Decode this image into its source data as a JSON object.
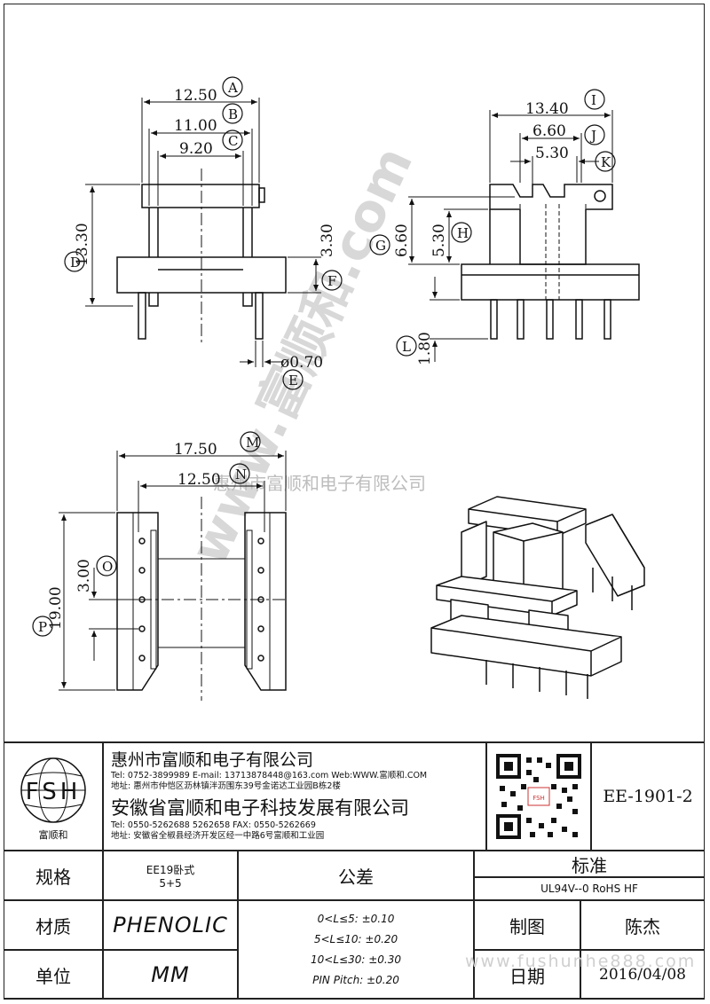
{
  "drawing": {
    "dims": {
      "A": "12.50",
      "B": "11.00",
      "C": "9.20",
      "D": "13.30",
      "F": "3.30",
      "E": "ø0.70",
      "I": "13.40",
      "J": "6.60",
      "K": "5.30",
      "G": "6.60",
      "H": "5.30",
      "L": "1.80",
      "M": "17.50",
      "N": "12.50",
      "O": "3.00",
      "P": "19.00"
    },
    "labels": {
      "A": "A",
      "B": "B",
      "C": "C",
      "D": "D",
      "E": "E",
      "F": "F",
      "G": "G",
      "H": "H",
      "I": "I",
      "J": "J",
      "K": "K",
      "L": "L",
      "M": "M",
      "N": "N",
      "O": "O",
      "P": "P"
    },
    "watermark_diag": "www.富顺和.com",
    "watermark_line": "惠州市富顺和电子有限公司",
    "watermark_bottom": "www.fushunhe888.com"
  },
  "title_block": {
    "logo_text": "FSH",
    "logo_caption": "富顺和",
    "company1": "惠州市富顺和电子有限公司",
    "company1_contact": "Tel: 0752-3899989 E-mail: 13713878448@163.com Web:WWW.富顺和.COM",
    "company1_address": "地址: 惠州市仲恺区沥林镇泮沥围东39号金诺达工业园B栋2楼",
    "company2": "安徽省富顺和电子科技发展有限公司",
    "company2_contact": "Tel: 0550-5262688 5262658 FAX: 0550-5262669",
    "company2_address": "地址: 安徽省全椒县经济开发区经一中路6号富顺和工业园",
    "part_no": "EE-1901-2",
    "spec_label": "规格",
    "spec_value1": "EE19卧式",
    "spec_value2": "5+5",
    "material_label": "材质",
    "material_value": "PHENOLIC",
    "unit_label": "单位",
    "unit_value": "MM",
    "tolerance_label": "公差",
    "tolerance_lines": [
      "0<L≤5: ±0.10",
      "5<L≤10: ±0.20",
      "10<L≤30: ±0.30",
      "PIN Pitch: ±0.20"
    ],
    "standard_label": "标准",
    "standard_value": "UL94V--0 RoHS HF",
    "drawn_label": "制图",
    "drawn_value": "陈杰",
    "date_label": "日期",
    "date_value": "2016/04/08"
  }
}
